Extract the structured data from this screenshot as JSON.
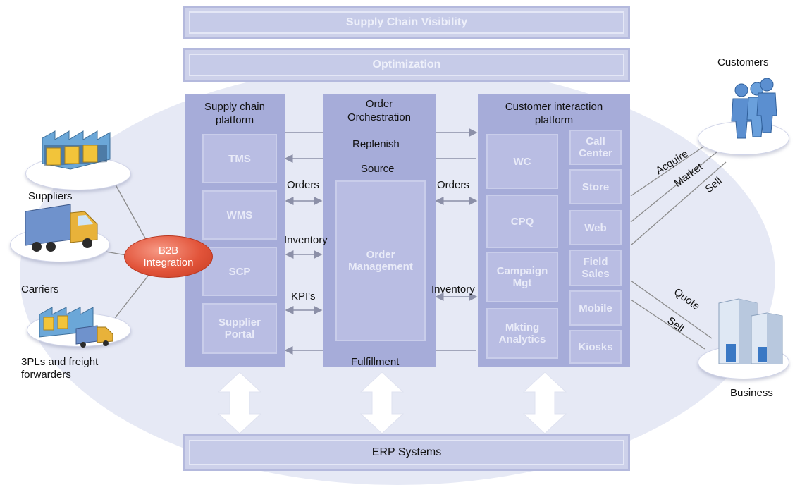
{
  "top_bars": {
    "visibility": "Supply Chain Visibility",
    "optimization": "Optimization"
  },
  "supply_chain": {
    "title": "Supply chain platform",
    "modules": [
      "TMS",
      "WMS",
      "SCP",
      "Supplier Portal"
    ]
  },
  "order_orchestration": {
    "title": "Order Orchestration",
    "replenish": "Replenish",
    "source": "Source",
    "core": "Order Management",
    "fulfillment": "Fulfillment"
  },
  "customer_platform": {
    "title": "Customer interaction platform",
    "left_modules": [
      "WC",
      "CPQ",
      "Campaign Mgt",
      "Mkting Analytics"
    ],
    "channels": [
      "Call Center",
      "Store",
      "Web",
      "Field Sales",
      "Mobile",
      "Kiosks"
    ]
  },
  "flow_labels": {
    "orders_left": "Orders",
    "inventory_left": "Inventory",
    "kpis": "KPI's",
    "orders_right": "Orders",
    "inventory_right": "Inventory"
  },
  "erp": "ERP Systems",
  "b2b": "B2B Integration",
  "external": {
    "suppliers": "Suppliers",
    "carriers": "Carriers",
    "threepl": "3PLs and freight forwarders",
    "customers": "Customers",
    "business": "Business"
  },
  "edge_labels": {
    "acquire": "Acquire",
    "market": "Market",
    "sell_top": "Sell",
    "quote": "Quote",
    "sell_bottom": "Sell"
  },
  "colors": {
    "panel": "#a6acd9",
    "module": "#b9bde3",
    "b2b": "#e2543a",
    "background": "#e6e9f5"
  }
}
